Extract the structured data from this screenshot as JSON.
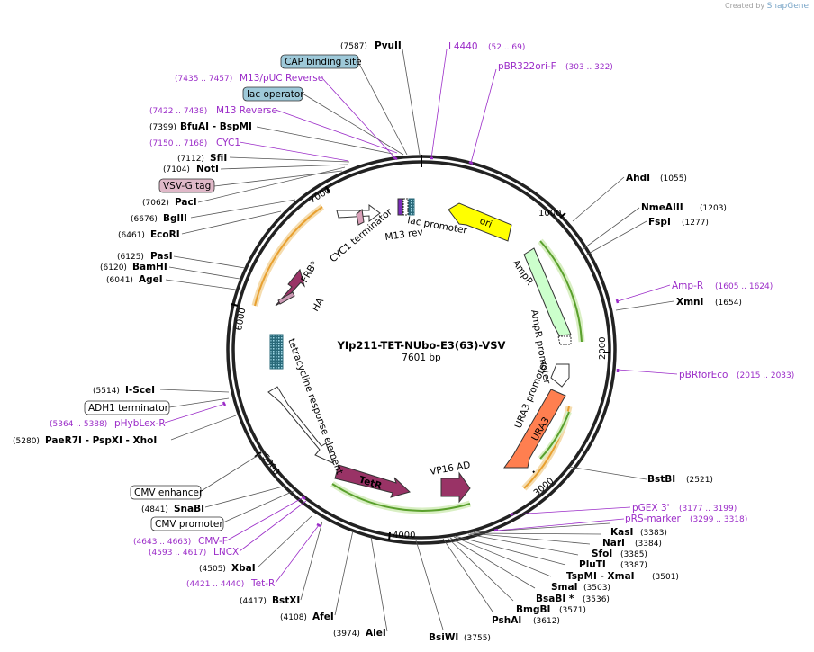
{
  "credit": {
    "prefix": "Created by",
    "brand": "SnapGene"
  },
  "plasmid": {
    "name": "YIp211-TET-NUbo-E3(63)-VSV",
    "length": "7601 bp"
  },
  "ticks": [
    "1000",
    "2000",
    "3000",
    "4000",
    "5000",
    "6000",
    "7000"
  ],
  "sites": [
    {
      "name": "PvuII",
      "pos": "(7587)"
    },
    {
      "name": "BfuAI - BspMI",
      "pos": "(7399)"
    },
    {
      "name": "SfiI",
      "pos": "(7112)"
    },
    {
      "name": "NotI",
      "pos": "(7104)"
    },
    {
      "name": "PacI",
      "pos": "(7062)"
    },
    {
      "name": "BglII",
      "pos": "(6676)"
    },
    {
      "name": "EcoRI",
      "pos": "(6461)"
    },
    {
      "name": "PasI",
      "pos": "(6125)"
    },
    {
      "name": "BamHI",
      "pos": "(6120)"
    },
    {
      "name": "AgeI",
      "pos": "(6041)"
    },
    {
      "name": "I-SceI",
      "pos": "(5514)"
    },
    {
      "name": "PaeR7I - PspXI - XhoI",
      "pos": "(5280)"
    },
    {
      "name": "SnaBI",
      "pos": "(4841)"
    },
    {
      "name": "XbaI",
      "pos": "(4505)"
    },
    {
      "name": "BstXI",
      "pos": "(4417)"
    },
    {
      "name": "AfeI",
      "pos": "(4108)"
    },
    {
      "name": "AleI",
      "pos": "(3974)"
    },
    {
      "name": "BsiWI",
      "pos": "(3755)"
    },
    {
      "name": "PshAI",
      "pos": "(3612)"
    },
    {
      "name": "BmgBI",
      "pos": "(3571)"
    },
    {
      "name": "BsaBI *",
      "pos": "(3536)"
    },
    {
      "name": "SmaI",
      "pos": "(3503)"
    },
    {
      "name": "TspMI - XmaI",
      "pos": "(3501)"
    },
    {
      "name": "PluTI",
      "pos": "(3387)"
    },
    {
      "name": "SfoI",
      "pos": "(3385)"
    },
    {
      "name": "NarI",
      "pos": "(3384)"
    },
    {
      "name": "KasI",
      "pos": "(3383)"
    },
    {
      "name": "BstBI",
      "pos": "(2521)"
    },
    {
      "name": "XmnI",
      "pos": "(1654)"
    },
    {
      "name": "FspI",
      "pos": "(1277)"
    },
    {
      "name": "NmeAIII",
      "pos": "(1203)"
    },
    {
      "name": "AhdI",
      "pos": "(1055)"
    }
  ],
  "primers": [
    {
      "name": "L4440",
      "pos": "(52 .. 69)"
    },
    {
      "name": "pBR322ori-F",
      "pos": "(303 .. 322)"
    },
    {
      "name": "M13/pUC Reverse",
      "pos": "(7435 .. 7457)"
    },
    {
      "name": "M13 Reverse",
      "pos": "(7422 .. 7438)"
    },
    {
      "name": "CYC1",
      "pos": "(7150 .. 7168)"
    },
    {
      "name": "pHybLex-R",
      "pos": "(5364 .. 5388)"
    },
    {
      "name": "CMV-F",
      "pos": "(4643 .. 4663)"
    },
    {
      "name": "LNCX",
      "pos": "(4593 .. 4617)"
    },
    {
      "name": "Tet-R",
      "pos": "(4421 .. 4440)"
    },
    {
      "name": "Amp-R",
      "pos": "(1605 .. 1624)"
    },
    {
      "name": "pBRforEco",
      "pos": "(2015 .. 2033)"
    },
    {
      "name": "pGEX 3'",
      "pos": "(3177 .. 3199)"
    },
    {
      "name": "pRS-marker",
      "pos": "(3299 .. 3318)"
    }
  ],
  "boxed": [
    {
      "name": "CAP binding site"
    },
    {
      "name": "lac operator"
    },
    {
      "name": "VSV-G tag"
    },
    {
      "name": "ADH1 terminator"
    },
    {
      "name": "CMV enhancer"
    },
    {
      "name": "CMV promoter"
    }
  ],
  "features": [
    {
      "name": "ori"
    },
    {
      "name": "AmpR"
    },
    {
      "name": "AmpR promoter"
    },
    {
      "name": "URA3 promoter"
    },
    {
      "name": "URA3"
    },
    {
      "name": "VP16 AD"
    },
    {
      "name": "TetR"
    },
    {
      "name": "tetracycline response element"
    },
    {
      "name": "HA"
    },
    {
      "name": "FRB*"
    },
    {
      "name": "CYC1 terminator"
    },
    {
      "name": "M13 rev"
    },
    {
      "name": "lac promoter"
    }
  ],
  "colors": {
    "ori": "#ffff00",
    "AmpR": "#ccffcc",
    "URA3": "#ff7f50",
    "TetR": "#993366",
    "VP16": "#993366",
    "FRB": "#993366",
    "primer": "#9b2cc8",
    "box_blue": "#9ec9d9",
    "box_pink": "#e0b8c8",
    "orf_orange": "#e8a030",
    "orf_green": "#5aa02c"
  }
}
